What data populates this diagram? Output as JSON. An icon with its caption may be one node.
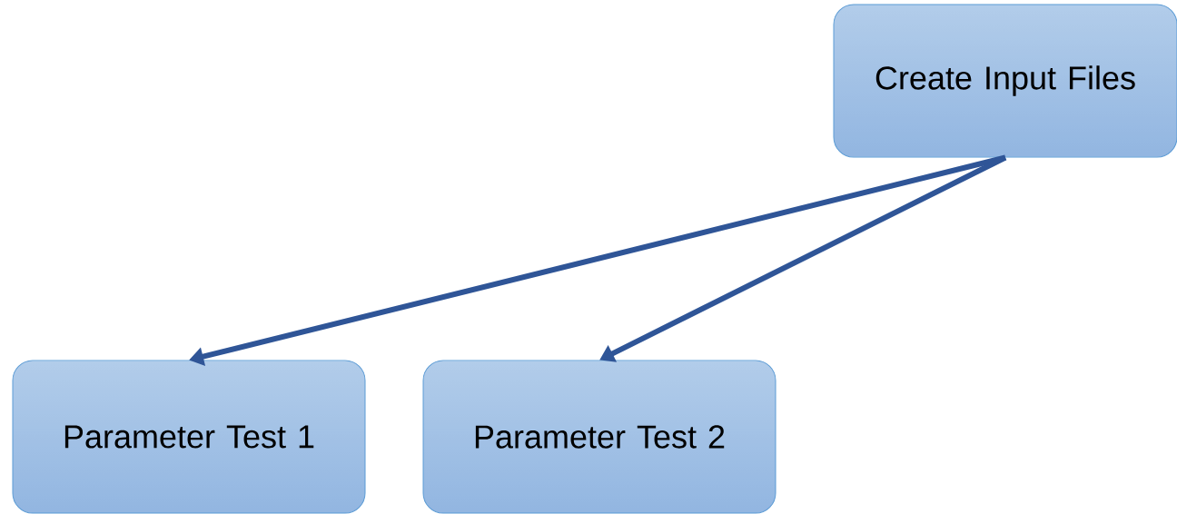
{
  "diagram": {
    "nodes": [
      {
        "text": [
          "Create Input Files"
        ]
      },
      {
        "text": [
          "Parameter Test 1"
        ]
      },
      {
        "text": [
          "Parameter Test 2"
        ]
      }
    ],
    "edges": [
      {
        "from": 0,
        "to": 1,
        "arrow": "to"
      },
      {
        "from": 0,
        "to": 2,
        "arrow": "to"
      }
    ]
  }
}
